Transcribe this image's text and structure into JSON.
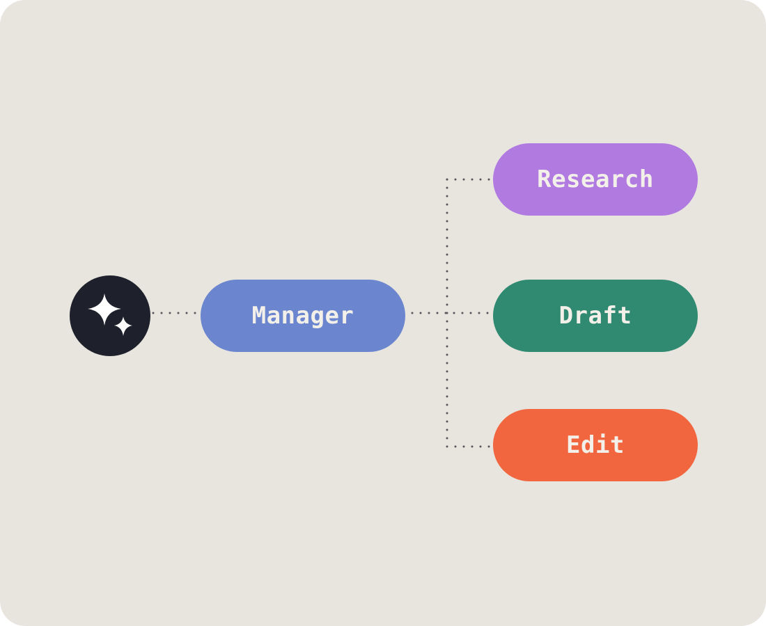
{
  "colors": {
    "background": "#e8e5df",
    "connector": "#55555a",
    "root": "#1e212b",
    "root_icon": "#ffffff",
    "manager": "#6b86cf",
    "research": "#b07ae1",
    "draft": "#308a72",
    "edit": "#f1663f"
  },
  "root": {
    "icon": "sparkles-icon"
  },
  "nodes": {
    "manager": "Manager",
    "research": "Research",
    "draft": "Draft",
    "edit": "Edit"
  }
}
